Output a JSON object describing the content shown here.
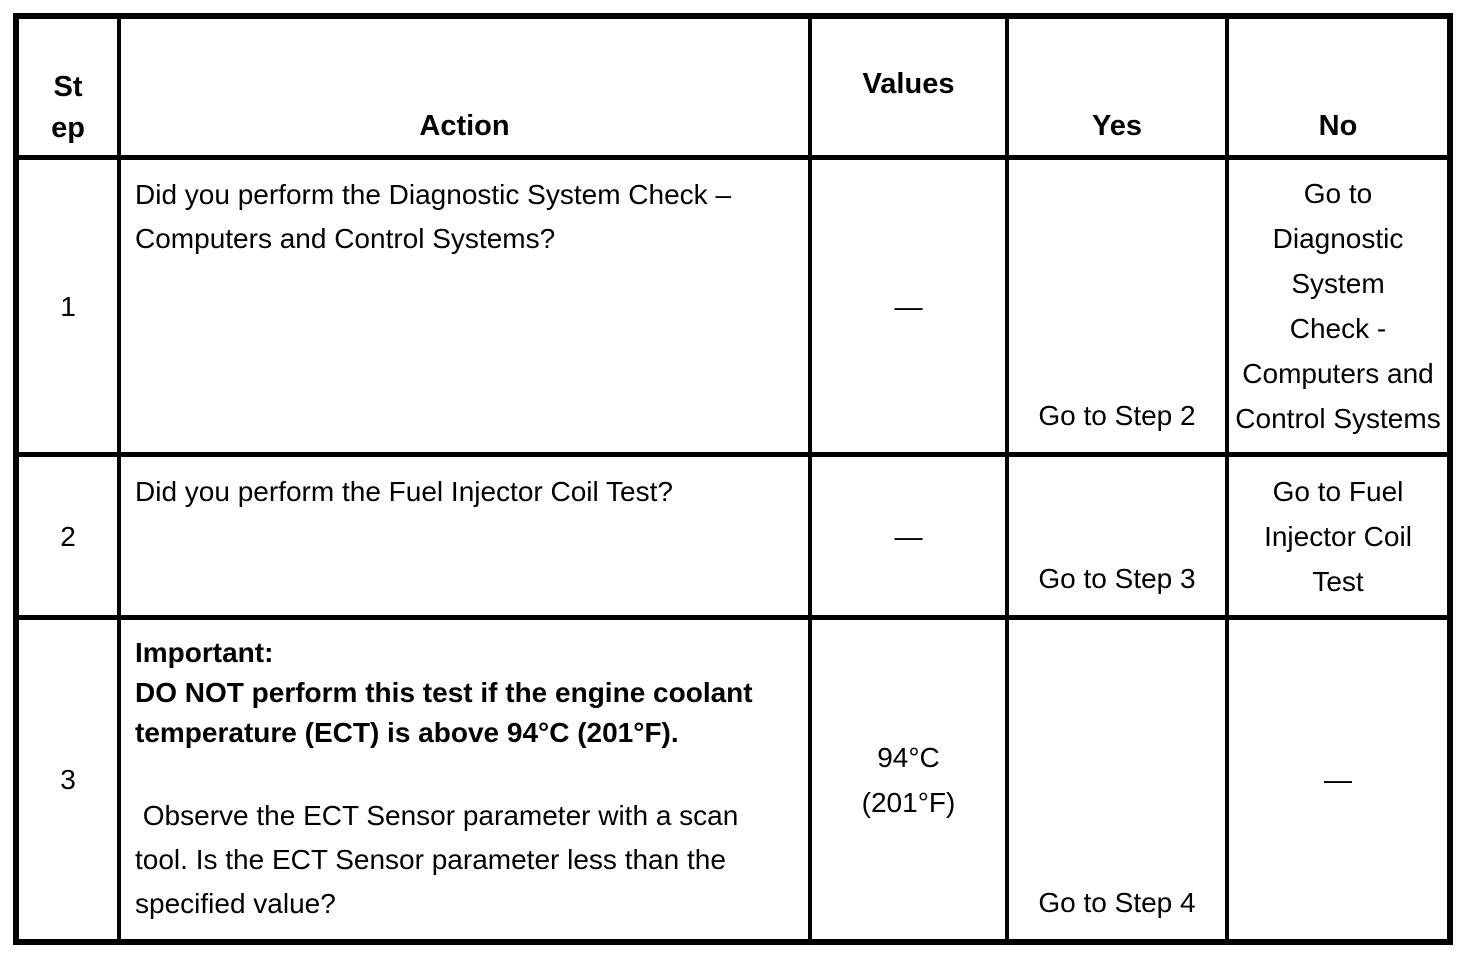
{
  "table": {
    "border_color": "#000000",
    "background_color": "#ffffff",
    "text_color": "#000000",
    "headers": {
      "step": "St\nep",
      "action": "Action",
      "values": "Values",
      "yes": "Yes",
      "no": "No"
    },
    "rows": [
      {
        "step": "1",
        "action": "Did you perform the Diagnostic System Check –\nComputers and Control Systems?",
        "values": "—",
        "yes": "Go to Step 2",
        "no": "Go to\nDiagnostic\nSystem\nCheck -\nComputers and\nControl Systems"
      },
      {
        "step": "2",
        "action": "Did you perform the Fuel Injector Coil Test?",
        "values": "—",
        "yes": "Go to Step 3",
        "no": "Go to Fuel\nInjector Coil\nTest"
      },
      {
        "step": "3",
        "action_important": "Important:\nDO NOT perform this test if the engine coolant\ntemperature (ECT) is above 94°C (201°F).",
        "action": " Observe the ECT Sensor parameter with a scan\ntool. Is the ECT Sensor parameter less than the\nspecified value?",
        "values": "94°C\n(201°F)",
        "yes": "Go to Step 4",
        "no": "—"
      }
    ]
  }
}
